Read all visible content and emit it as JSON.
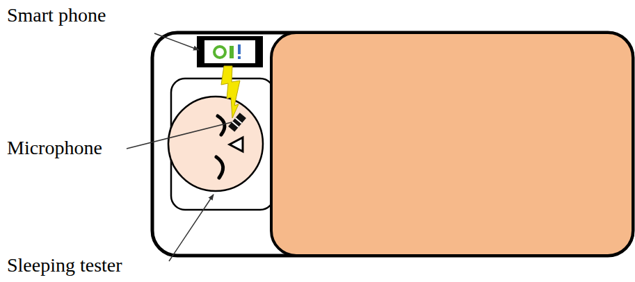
{
  "diagram": {
    "labels": [
      "Smart phone",
      "Microphone",
      "Sleeping tester"
    ]
  }
}
